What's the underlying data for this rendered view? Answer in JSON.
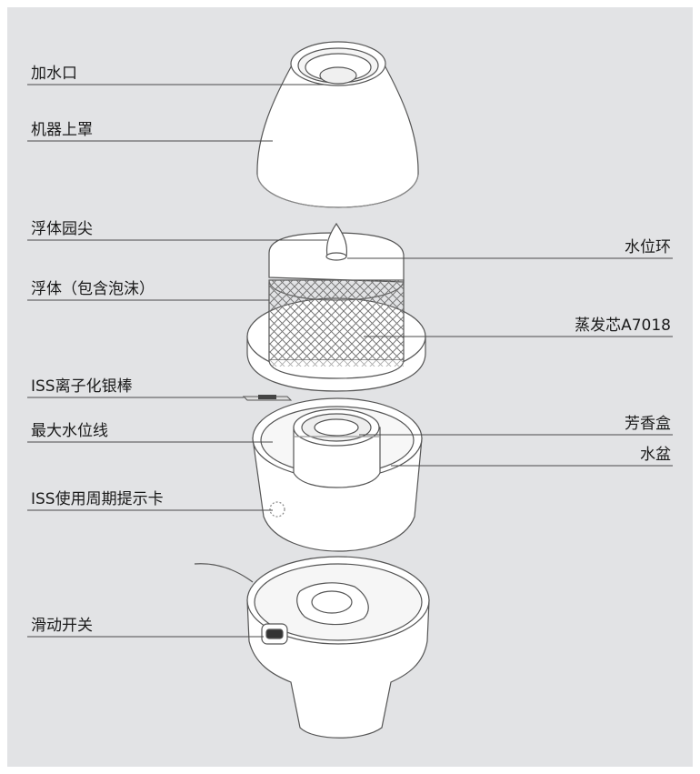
{
  "labels_left": {
    "fill_port": "加水口",
    "upper_cover": "机器上罩",
    "float_tip": "浮体园尖",
    "float_foam": "浮体（包含泡沫）",
    "iss_rod": "ISS离子化银棒",
    "max_water_line": "最大水位线",
    "iss_card": "ISS使用周期提示卡",
    "slide_switch": "滑动开关"
  },
  "labels_right": {
    "water_level_ring": "水位环",
    "evaporator_core": "蒸发芯A7018",
    "aroma_box": "芳香盒",
    "water_basin": "水盆"
  },
  "colors": {
    "background": "#e2e3e5",
    "line": "#4a4a4a",
    "part_fill": "#ffffff"
  }
}
